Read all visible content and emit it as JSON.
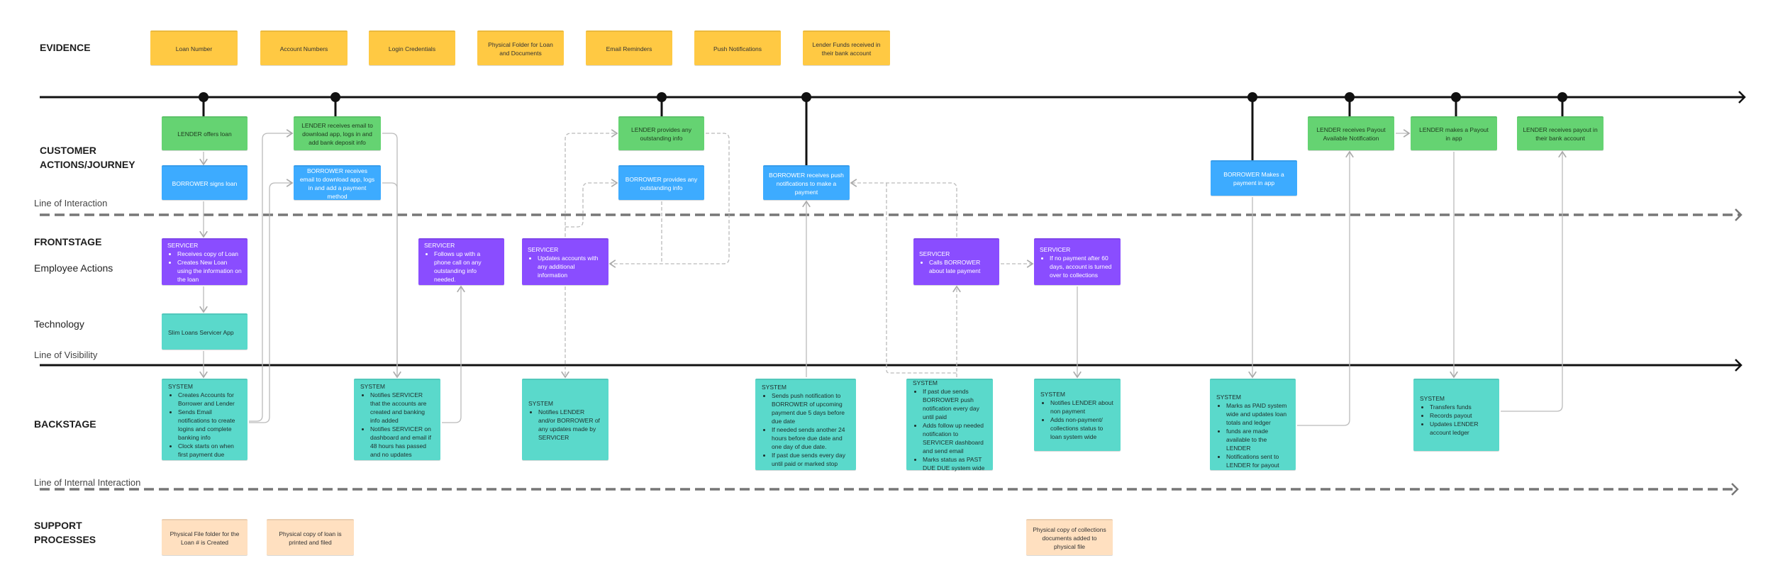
{
  "lanes": {
    "evidence": "EVIDENCE",
    "customer_actions": [
      "CUSTOMER",
      "ACTIONS/JOURNEY"
    ],
    "line_interaction": "Line of Interaction",
    "frontstage": "FRONTSTAGE",
    "employee_actions": "Employee Actions",
    "technology": "Technology",
    "line_visibility": "Line of Visibility",
    "backstage": "BACKSTAGE",
    "line_internal": "Line of Internal  Interaction",
    "support": [
      "SUPPORT",
      "PROCESSES"
    ]
  },
  "evidence": [
    "Loan Number",
    "Account Numbers",
    "Login Credentials",
    "Physical Folder for Loan and Documents",
    "Email Reminders",
    "Push Notifications",
    "Lender Funds received in their bank account"
  ],
  "lender": [
    "LENDER offers loan",
    "LENDER receives email to download app, logs in and add bank deposit info",
    "LENDER provides any outstanding info",
    "LENDER receives Payout Available Notification",
    "LENDER makes a Payout in app",
    "LENDER receives payout in their bank account"
  ],
  "borrower": [
    "BORROWER signs loan",
    "BORROWER receives email to download app, logs in and add a payment method",
    "BORROWER provides any outstanding info",
    "BORROWER receives push notifications to make a payment",
    "BORROWER Makes a payment in app"
  ],
  "servicer": [
    {
      "title": "SERVICER",
      "items": [
        "Receives copy of Loan",
        "Creates New Loan using the information on the loan"
      ]
    },
    {
      "title": "SERVICER",
      "items": [
        "Follows up with a phone call on any outstanding info needed."
      ]
    },
    {
      "title": "SERVICER",
      "items": [
        "Updates accounts with any additional information"
      ]
    },
    {
      "title": "SERVICER",
      "items": [
        "Calls BORROWER about late payment"
      ]
    },
    {
      "title": "SERVICER",
      "items": [
        "If no payment after 60 days, account is turned over to collections"
      ]
    }
  ],
  "technology": [
    "Slim Loans Servicer App"
  ],
  "system": [
    {
      "title": "SYSTEM",
      "items": [
        "Creates Accounts for Borrower and Lender",
        "Sends Email notifications to create logins and complete banking info",
        "Clock starts on when first payment due"
      ]
    },
    {
      "title": "SYSTEM",
      "items": [
        "Notifies SERVICER that the accounts are created and banking info added",
        "Notifies SERVICER on dashboard and email if 48 hours has passed and no updates"
      ]
    },
    {
      "title": "SYSTEM",
      "items": [
        "Notifies LENDER and/or BORROWER of any updates made by SERVICER"
      ]
    },
    {
      "title": "SYSTEM",
      "items": [
        "Sends push notification to BORROWER of upcoming payment due 5 days before due date",
        "If needed sends another 24 hours before due date and one day of due date.",
        "If past due sends every day until paid or marked stop"
      ]
    },
    {
      "title": "SYSTEM",
      "items": [
        "If past due sends BORROWER push notification every day until paid",
        "Adds follow up needed notification to SERVICER dashboard and send email",
        "Marks  status as PAST DUE DUE system wide"
      ]
    },
    {
      "title": "SYSTEM",
      "items": [
        "Notifies LENDER about non payment",
        "Adds non-payment/ collections status to loan system wide"
      ]
    },
    {
      "title": "SYSTEM",
      "items": [
        "Marks as PAID system wide and updates loan totals and ledger",
        "funds are made available to the LENDER",
        "Notifications sent to LENDER for payout"
      ]
    },
    {
      "title": "SYSTEM",
      "items": [
        "Transfers funds",
        "Records payout",
        "Updates LENDER account ledger"
      ]
    }
  ],
  "support": [
    "Physical File folder for the Loan # is Created",
    "Physical copy of loan is printed and filed",
    "Physical copy of collections documents added to physical file"
  ],
  "colors": {
    "evidence": "#FFC943",
    "lender": "#65D372",
    "borrower": "#3DABFF",
    "servicer": "#8A4DFF",
    "system": "#5AD9CB",
    "support": "#FFE0C0"
  }
}
